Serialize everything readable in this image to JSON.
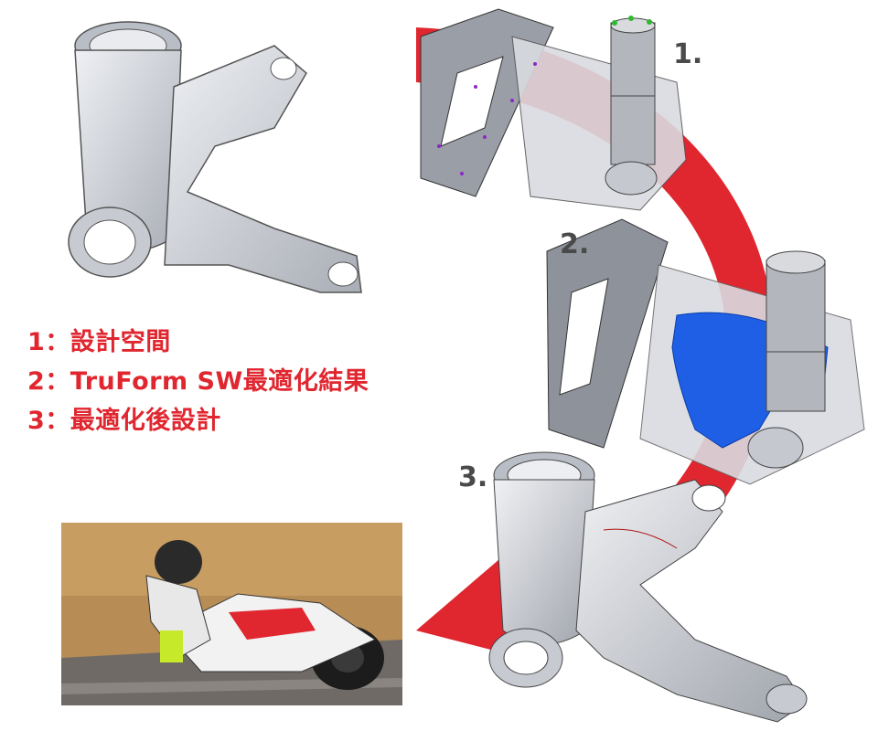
{
  "legend": {
    "line1": "1：設計空間",
    "line2": "2：TruForm SW最適化結果",
    "line3": "3：最適化後設計"
  },
  "steps": {
    "step1": "1.",
    "step2": "2.",
    "step3": "3."
  },
  "colors": {
    "accent_red": "#e0262f",
    "part_gray": "#c9ccd2",
    "optimized_blue": "#1e5fe6"
  }
}
